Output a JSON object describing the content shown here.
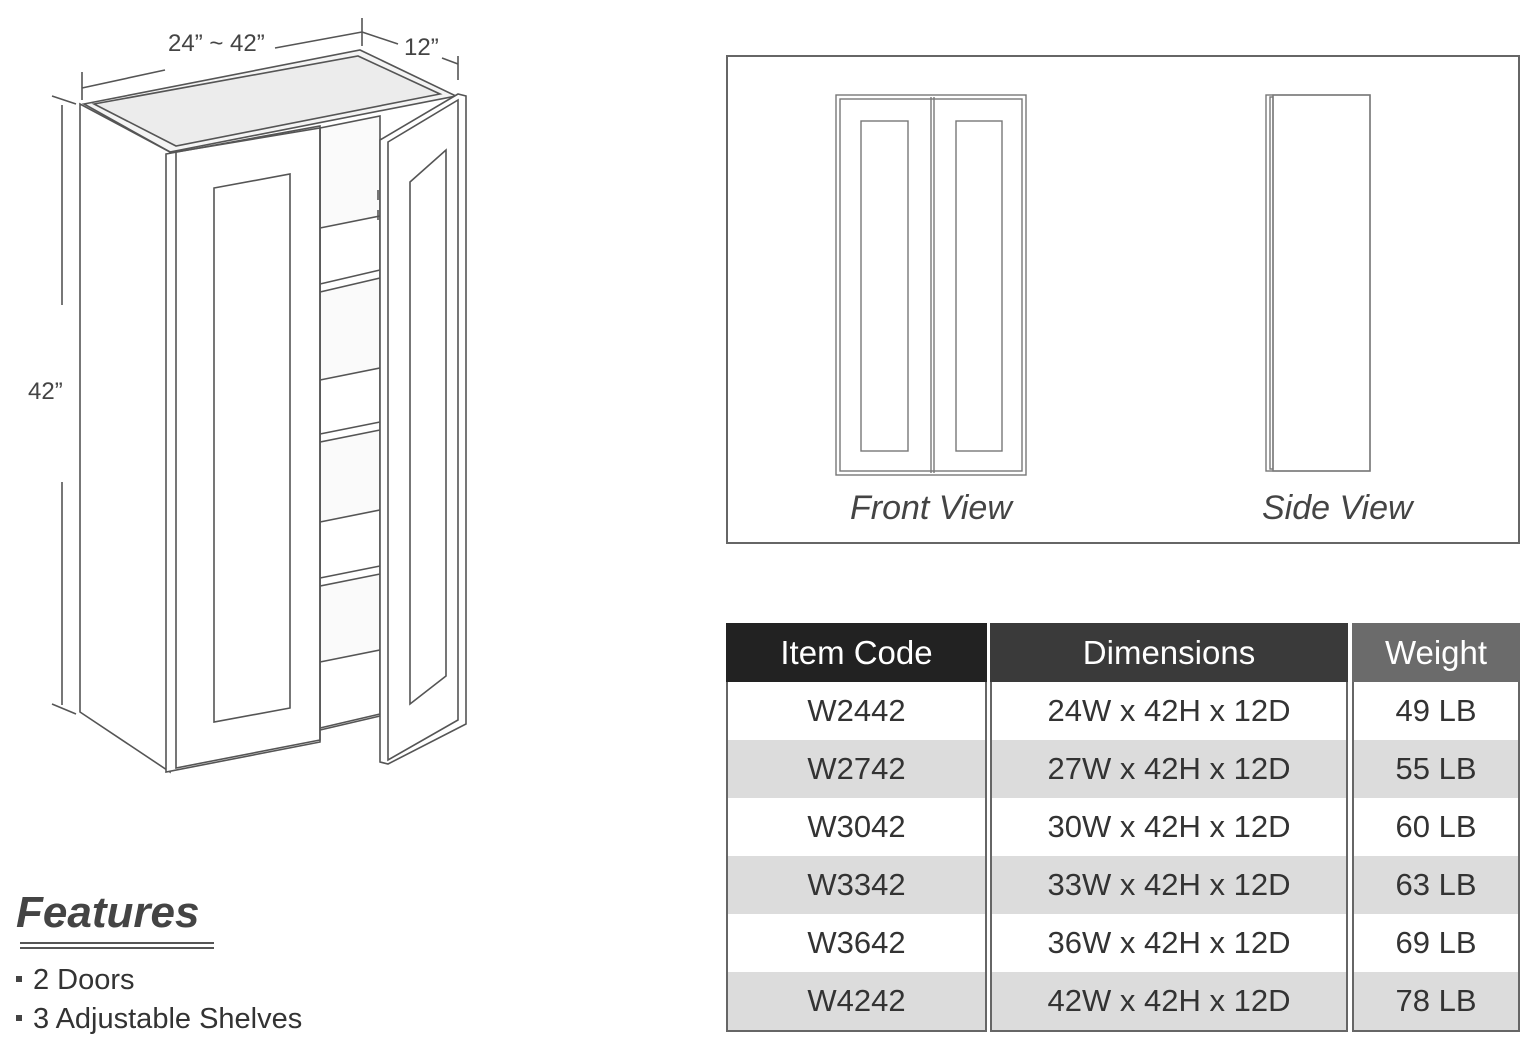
{
  "dimensions": {
    "width_label": "24” ~ 42”",
    "depth_label": "12”",
    "height_label": "42”"
  },
  "views": {
    "front_label": "Front View",
    "side_label": "Side View"
  },
  "table": {
    "headers": [
      "Item Code",
      "Dimensions",
      "Weight"
    ],
    "header_colors": [
      "#222222",
      "#3a3a3a",
      "#6b6b6b"
    ],
    "rows": [
      {
        "code": "W2442",
        "dims": "24W x 42H x 12D",
        "weight": "49 LB"
      },
      {
        "code": "W2742",
        "dims": "27W x 42H x 12D",
        "weight": "55 LB"
      },
      {
        "code": "W3042",
        "dims": "30W x 42H x 12D",
        "weight": "60 LB"
      },
      {
        "code": "W3342",
        "dims": "33W x 42H x 12D",
        "weight": "63 LB"
      },
      {
        "code": "W3642",
        "dims": "36W x 42H x 12D",
        "weight": "69 LB"
      },
      {
        "code": "W4242",
        "dims": "42W x 42H x 12D",
        "weight": "78 LB"
      }
    ]
  },
  "features": {
    "title": "Features",
    "items": [
      "2 Doors",
      "3 Adjustable Shelves"
    ]
  }
}
